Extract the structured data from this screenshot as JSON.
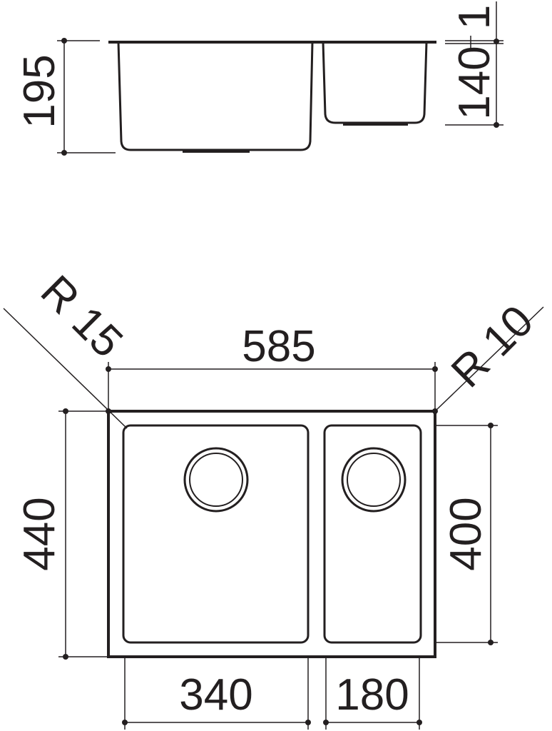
{
  "top_view": {
    "depth_main": "195",
    "depth_small": "140",
    "rim": "1"
  },
  "plan_view": {
    "overall_width": "585",
    "overall_depth": "440",
    "small_bowl_depth": "400",
    "main_bowl_width": "340",
    "small_bowl_width": "180",
    "radius_left": "R 15",
    "radius_right": "R 10"
  },
  "colors": {
    "line": "#231f20"
  }
}
